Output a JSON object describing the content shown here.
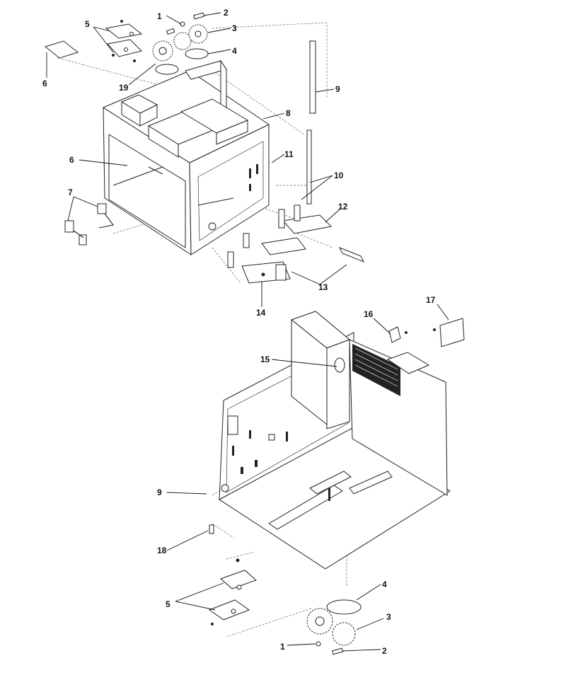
{
  "callouts_top": [
    {
      "id": "c1",
      "label": "1"
    },
    {
      "id": "c2",
      "label": "2"
    },
    {
      "id": "c3",
      "label": "3"
    },
    {
      "id": "c4",
      "label": "4"
    },
    {
      "id": "c5",
      "label": "5"
    },
    {
      "id": "c6a",
      "label": "6"
    },
    {
      "id": "c6b",
      "label": "6"
    },
    {
      "id": "c7",
      "label": "7"
    },
    {
      "id": "c8",
      "label": "8"
    },
    {
      "id": "c9",
      "label": "9"
    },
    {
      "id": "c10",
      "label": "10"
    },
    {
      "id": "c11",
      "label": "11"
    },
    {
      "id": "c12",
      "label": "12"
    },
    {
      "id": "c13",
      "label": "13"
    },
    {
      "id": "c14",
      "label": "14"
    },
    {
      "id": "c19",
      "label": "19"
    }
  ],
  "callouts_bottom": [
    {
      "id": "d15",
      "label": "15"
    },
    {
      "id": "d16",
      "label": "16"
    },
    {
      "id": "d17",
      "label": "17"
    },
    {
      "id": "d9",
      "label": "9"
    },
    {
      "id": "d18",
      "label": "18"
    },
    {
      "id": "d5",
      "label": "5"
    },
    {
      "id": "d4",
      "label": "4"
    },
    {
      "id": "d3",
      "label": "3"
    },
    {
      "id": "d1",
      "label": "1"
    },
    {
      "id": "d2",
      "label": "2"
    }
  ]
}
